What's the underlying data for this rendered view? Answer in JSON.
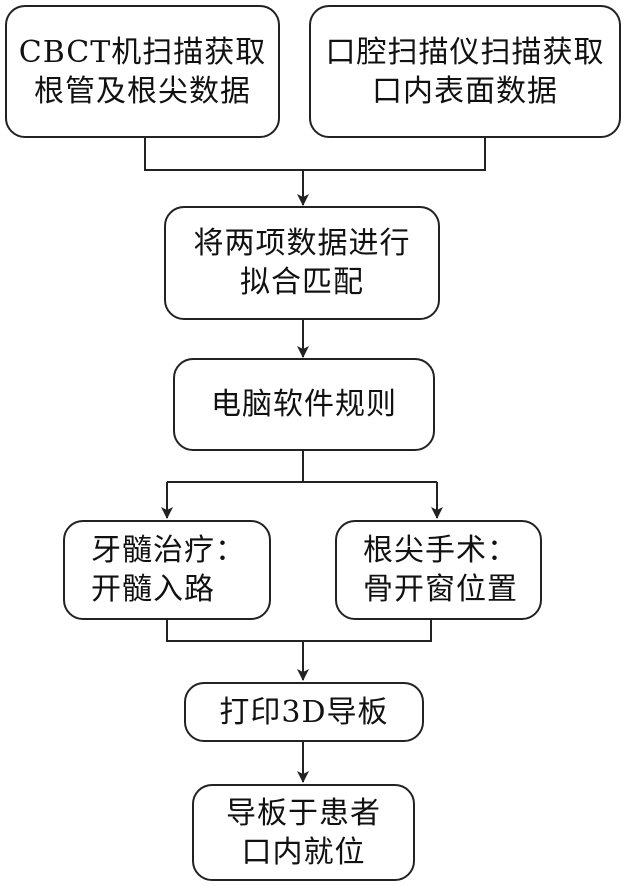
{
  "nodes": {
    "cbct": "CBCT机扫描获取\n根管及根尖数据",
    "intraoral_scan": "口腔扫描仪扫描获取\n口内表面数据",
    "fit_match": "将两项数据进行\n拟合匹配",
    "software_plan": "电脑软件规则",
    "endo": "牙髓治疗：\n开髓入路",
    "apical_surgery": "根尖手术：\n骨开窗位置",
    "print_guide": "打印3D导板",
    "guide_seated": "导板于患者\n口内就位"
  },
  "edges": [
    [
      "cbct",
      "fit_match"
    ],
    [
      "intraoral_scan",
      "fit_match"
    ],
    [
      "fit_match",
      "software_plan"
    ],
    [
      "software_plan",
      "endo"
    ],
    [
      "software_plan",
      "apical_surgery"
    ],
    [
      "endo",
      "print_guide"
    ],
    [
      "apical_surgery",
      "print_guide"
    ],
    [
      "print_guide",
      "guide_seated"
    ]
  ]
}
